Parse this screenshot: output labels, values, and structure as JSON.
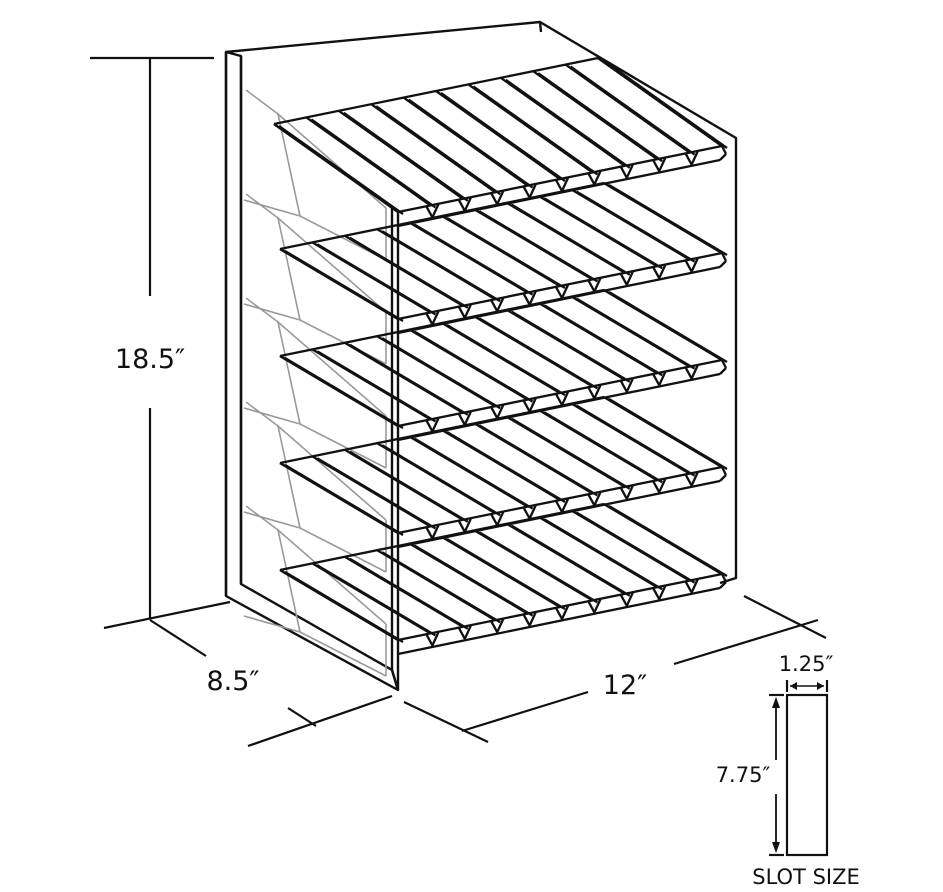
{
  "product": {
    "shelf_count": 5,
    "slots_per_shelf": 10
  },
  "dimensions": {
    "height": "18.5″",
    "depth": "8.5″",
    "width": "12″"
  },
  "slot": {
    "width": "1.25″",
    "height": "7.75″",
    "caption": "SLOT SIZE"
  },
  "colors": {
    "line": "#111111",
    "background": "#ffffff",
    "panel_shade": "#bdbdbd"
  }
}
